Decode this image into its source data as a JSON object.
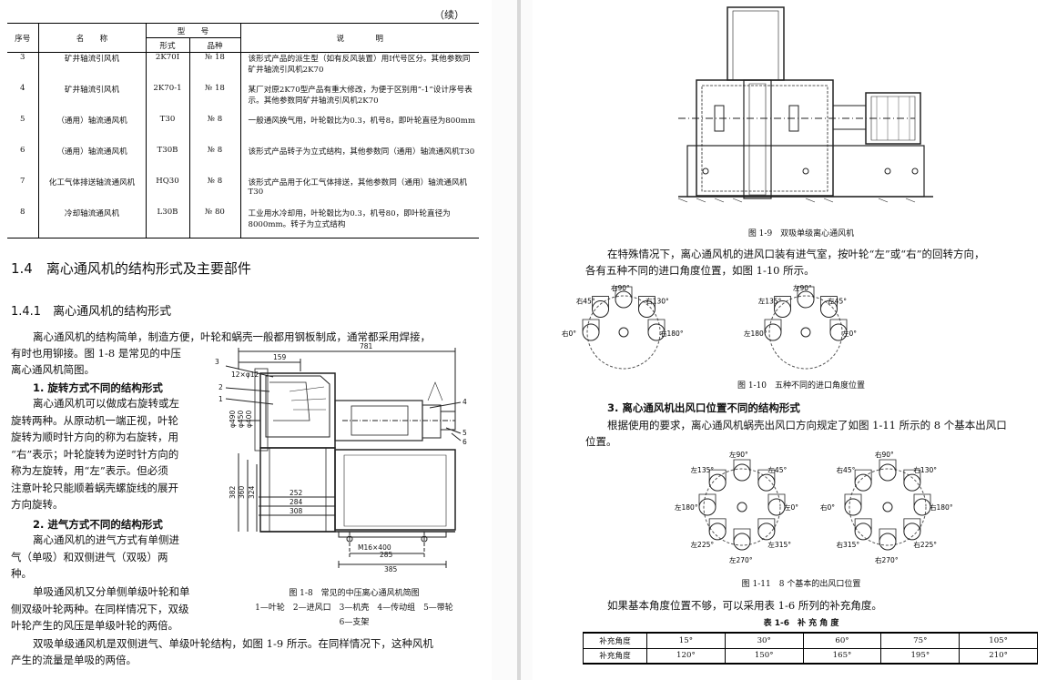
{
  "left": {
    "continued": "（续）",
    "table": {
      "col_no": "序号",
      "col_name": "名　　称",
      "col_model": "型　　号",
      "col_form": "形式",
      "col_variety": "品种",
      "col_desc": "说　　　　明",
      "rows": [
        {
          "no": "3",
          "name": "矿井轴流引风机",
          "form": "2K70I",
          "variety": "№ 18",
          "desc": "该形式产品的派生型（如有反风装置）用Ⅰ代号区分。其他参数同矿井轴流引风机2K70"
        },
        {
          "no": "4",
          "name": "矿井轴流引风机",
          "form": "2K70-1",
          "variety": "№ 18",
          "desc": "某厂对原2K70型产品有重大修改，为便于区别用“-1”设计序号表示。其他参数同矿井轴流引风机2K70"
        },
        {
          "no": "5",
          "name": "（通用）轴流通风机",
          "form": "T30",
          "variety": "№ 8",
          "desc": "一般通风换气用，叶轮毂比为0.3，机号8，即叶轮直径为800mm"
        },
        {
          "no": "6",
          "name": "（通用）轴流通风机",
          "form": "T30B",
          "variety": "№ 8",
          "desc": "该形式产品转子为立式结构，其他参数同（通用）轴流通风机T30"
        },
        {
          "no": "7",
          "name": "化工气体排送轴流通风机",
          "form": "HQ30",
          "variety": "№ 8",
          "desc": "该形式产品用于化工气体排送，其他参数同（通用）轴流通风机T30"
        },
        {
          "no": "8",
          "name": "冷却轴流通风机",
          "form": "L30B",
          "variety": "№ 80",
          "desc": "工业用水冷却用，叶轮毂比为0.3，机号80，即叶轮直径为8000mm。转子为立式结构"
        }
      ]
    },
    "section_title": "1.4　离心通风机的结构形式及主要部件",
    "subsection_title": "1.4.1　离心通风机的结构形式",
    "intro_line1": "离心通风机的结构简单，制造方便，叶轮和蜗壳一般都用钢板制成，通常都采用焊接，",
    "intro_line2": "有时也用铆接。图 1-8 是常见的中压",
    "intro_line3": "离心通风机简图。",
    "h1": "1. 旋转方式不同的结构形式",
    "rot_lines": [
      "离心通风机可以做成右旋转或左",
      "旋转两种。从原动机一端正视，叶轮",
      "旋转为顺时针方向的称为右旋转，用",
      "“右”表示；叶轮旋转为逆时针方向的",
      "称为左旋转，用“左”表示。但必须",
      "注意叶轮只能顺着蜗壳螺旋线的展开",
      "方向旋转。"
    ],
    "h2": "2. 进气方式不同的结构形式",
    "inlet_lines": [
      "离心通风机的进气方式有单侧进",
      "气（单吸）和双侧进气（双吸）两",
      "种。"
    ],
    "single_lines": [
      "单吸通风机又分单侧单级叶轮和单",
      "侧双级叶轮两种。在同样情况下，双级",
      "叶轮产生的风压是单级叶轮的两倍。"
    ],
    "double_line1": "双吸单级通风机是双侧进气、单级叶轮结构，如图 1-9 所示。在同样情况下，这种风机",
    "double_line2": "产生的流量是单吸的两倍。",
    "fig18": {
      "caption": "图 1-8　常见的中压离心通风机简图",
      "legend1": "1—叶轮　2—进风口　3—机壳　4—传动组　5—带轮",
      "legend2": "6—支架",
      "dims": {
        "d781": "781",
        "d159": "159",
        "d12": "12×φ12",
        "d490": "φ490",
        "d450": "φ450",
        "d400": "φ400",
        "d382": "382",
        "d360": "360",
        "d324": "324",
        "d252": "252",
        "d284": "284",
        "d308": "308",
        "m16": "M16×400",
        "d285": "285",
        "d385": "385"
      },
      "callouts": [
        "1",
        "2",
        "3",
        "4",
        "5",
        "6"
      ]
    }
  },
  "right": {
    "fig19_caption": "图 1-9　双吸单级离心通风机",
    "inlet_para1": "在特殊情况下，离心通风机的进风口装有进气室，按叶轮“左”或“右”的回转方向，",
    "inlet_para2": "各有五种不同的进口角度位置，如图 1-10 所示。",
    "fig110": {
      "right_labels": {
        "a0": "右0°",
        "a45": "右45°",
        "a90": "右90°",
        "a130": "右130°",
        "a180": "右180°"
      },
      "left_labels": {
        "a0": "左0°",
        "a45": "左45°",
        "a90": "左90°",
        "a135": "左135°",
        "a180": "左180°"
      },
      "caption": "图 1-10　五种不同的进口角度位置"
    },
    "h3": "3. 离心通风机出风口位置不同的结构形式",
    "outlet_para1": "根据使用的要求，离心通风机蜗壳出风口方向规定了如图 1-11 所示的 8 个基本出风口",
    "outlet_para2": "位置。",
    "fig111": {
      "left_labels": {
        "a90": "左90°",
        "a135": "左135°",
        "a45": "左45°",
        "a180": "左180°",
        "a0": "左0°",
        "a225": "左225°",
        "a315": "左315°",
        "a270": "左270°"
      },
      "right_labels": {
        "a90": "右90°",
        "a45": "右45°",
        "a130": "右130°",
        "a0": "右0°",
        "a180": "右180°",
        "a315": "右315°",
        "a225": "右225°",
        "a270": "右270°"
      },
      "caption": "图 1-11　8 个基本的出风口位置"
    },
    "supp_para": "如果基本角度位置不够，可以采用表 1-6 所列的补充角度。",
    "table_title": "表 1-6　补 充 角 度",
    "supp_table": {
      "row_label": "补充角度",
      "row1": [
        "15°",
        "30°",
        "60°",
        "75°",
        "105°"
      ],
      "row2": [
        "120°",
        "150°",
        "165°",
        "195°",
        "210°"
      ]
    }
  }
}
